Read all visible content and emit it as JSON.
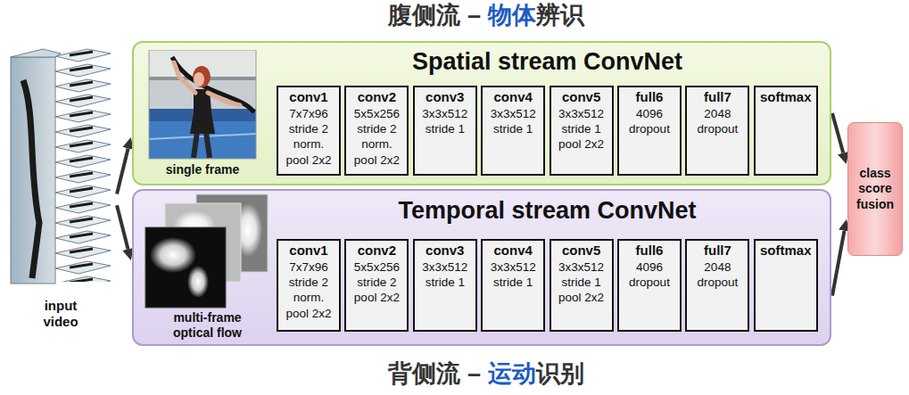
{
  "diagram": {
    "nodes": [
      {
        "text": [
          "input video"
        ]
      },
      {
        "text": [
          "Spatial stream ConvNet"
        ]
      },
      {
        "text": [
          "single frame"
        ],
        "in": 1
      },
      {
        "text": [
          "conv1",
          "7x7x96 stride 2 norm. pool 2x2"
        ],
        "in": 1
      },
      {
        "text": [
          "conv2",
          "5x5x256 stride 2 norm. pool 2x2"
        ],
        "in": 1
      },
      {
        "text": [
          "conv3",
          "3x3x512 stride 1"
        ],
        "in": 1
      },
      {
        "text": [
          "conv4",
          "3x3x512 stride 1"
        ],
        "in": 1
      },
      {
        "text": [
          "conv5",
          "3x3x512 stride 1 pool 2x2"
        ],
        "in": 1
      },
      {
        "text": [
          "full6",
          "4096 dropout"
        ],
        "in": 1
      },
      {
        "text": [
          "full7",
          "2048 dropout"
        ],
        "in": 1
      },
      {
        "text": [
          "softmax"
        ],
        "in": 1
      },
      {
        "text": [
          "Temporal stream ConvNet"
        ]
      },
      {
        "text": [
          "multi-frame optical flow"
        ],
        "in": 11
      },
      {
        "text": [
          "conv1",
          "7x7x96 stride 2 norm. pool 2x2"
        ],
        "in": 11
      },
      {
        "text": [
          "conv2",
          "5x5x256 stride 2 pool 2x2"
        ],
        "in": 11
      },
      {
        "text": [
          "conv3",
          "3x3x512 stride 1"
        ],
        "in": 11
      },
      {
        "text": [
          "conv4",
          "3x3x512 stride 1"
        ],
        "in": 11
      },
      {
        "text": [
          "conv5",
          "3x3x512 stride 1 pool 2x2"
        ],
        "in": 11
      },
      {
        "text": [
          "full6",
          "4096 dropout"
        ],
        "in": 11
      },
      {
        "text": [
          "full7",
          "2048 dropout"
        ],
        "in": 11
      },
      {
        "text": [
          "softmax"
        ],
        "in": 11
      },
      {
        "text": [
          "class score fusion"
        ]
      }
    ],
    "edges": [
      {
        "from": 0,
        "to": 1,
        "arrow": "to"
      },
      {
        "from": 0,
        "to": 11,
        "arrow": "to"
      },
      {
        "from": 1,
        "to": 21,
        "arrow": "to"
      },
      {
        "from": 11,
        "to": 21,
        "arrow": "to"
      }
    ],
    "labels": [
      "腹侧流 – 物体辨识",
      "背侧流 – 运动识别"
    ]
  }
}
